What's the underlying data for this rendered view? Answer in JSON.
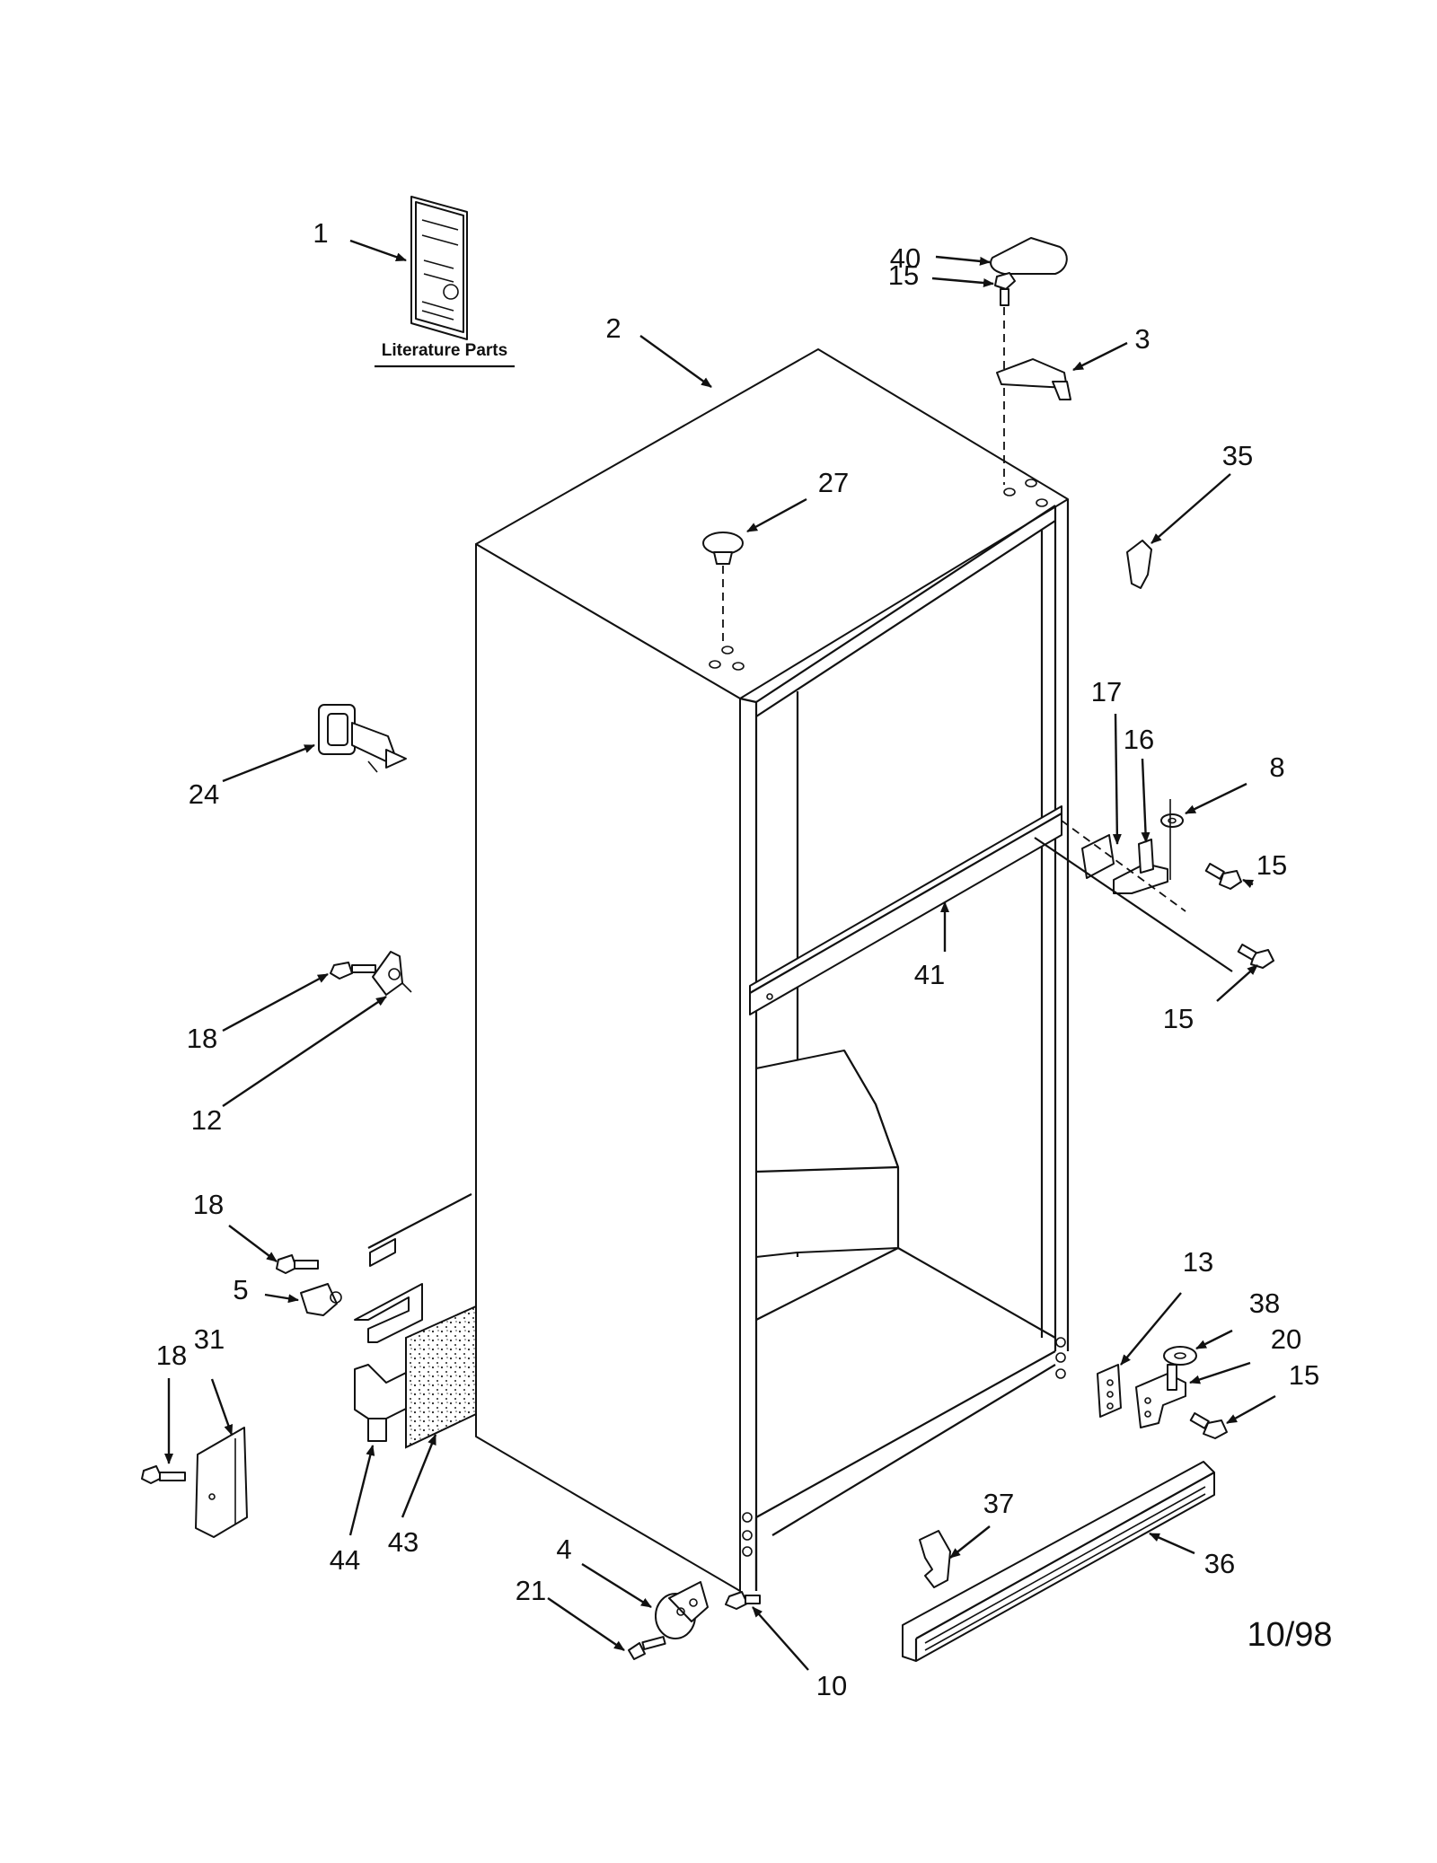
{
  "literature_caption": "Literature Parts",
  "date_code": "10/98",
  "callouts": [
    {
      "id": "c-1",
      "label": "1"
    },
    {
      "id": "c-2",
      "label": "2"
    },
    {
      "id": "c-40",
      "label": "40"
    },
    {
      "id": "c-15a",
      "label": "15"
    },
    {
      "id": "c-3",
      "label": "3"
    },
    {
      "id": "c-35",
      "label": "35"
    },
    {
      "id": "c-27",
      "label": "27"
    },
    {
      "id": "c-24",
      "label": "24"
    },
    {
      "id": "c-17",
      "label": "17"
    },
    {
      "id": "c-16",
      "label": "16"
    },
    {
      "id": "c-8",
      "label": "8"
    },
    {
      "id": "c-15b",
      "label": "15"
    },
    {
      "id": "c-41",
      "label": "41"
    },
    {
      "id": "c-15c",
      "label": "15"
    },
    {
      "id": "c-18a",
      "label": "18"
    },
    {
      "id": "c-12",
      "label": "12"
    },
    {
      "id": "c-18b",
      "label": "18"
    },
    {
      "id": "c-5",
      "label": "5"
    },
    {
      "id": "c-18c",
      "label": "18"
    },
    {
      "id": "c-31",
      "label": "31"
    },
    {
      "id": "c-44",
      "label": "44"
    },
    {
      "id": "c-43",
      "label": "43"
    },
    {
      "id": "c-13",
      "label": "13"
    },
    {
      "id": "c-38",
      "label": "38"
    },
    {
      "id": "c-20",
      "label": "20"
    },
    {
      "id": "c-15d",
      "label": "15"
    },
    {
      "id": "c-37",
      "label": "37"
    },
    {
      "id": "c-36",
      "label": "36"
    },
    {
      "id": "c-4",
      "label": "4"
    },
    {
      "id": "c-21",
      "label": "21"
    },
    {
      "id": "c-10",
      "label": "10"
    }
  ]
}
